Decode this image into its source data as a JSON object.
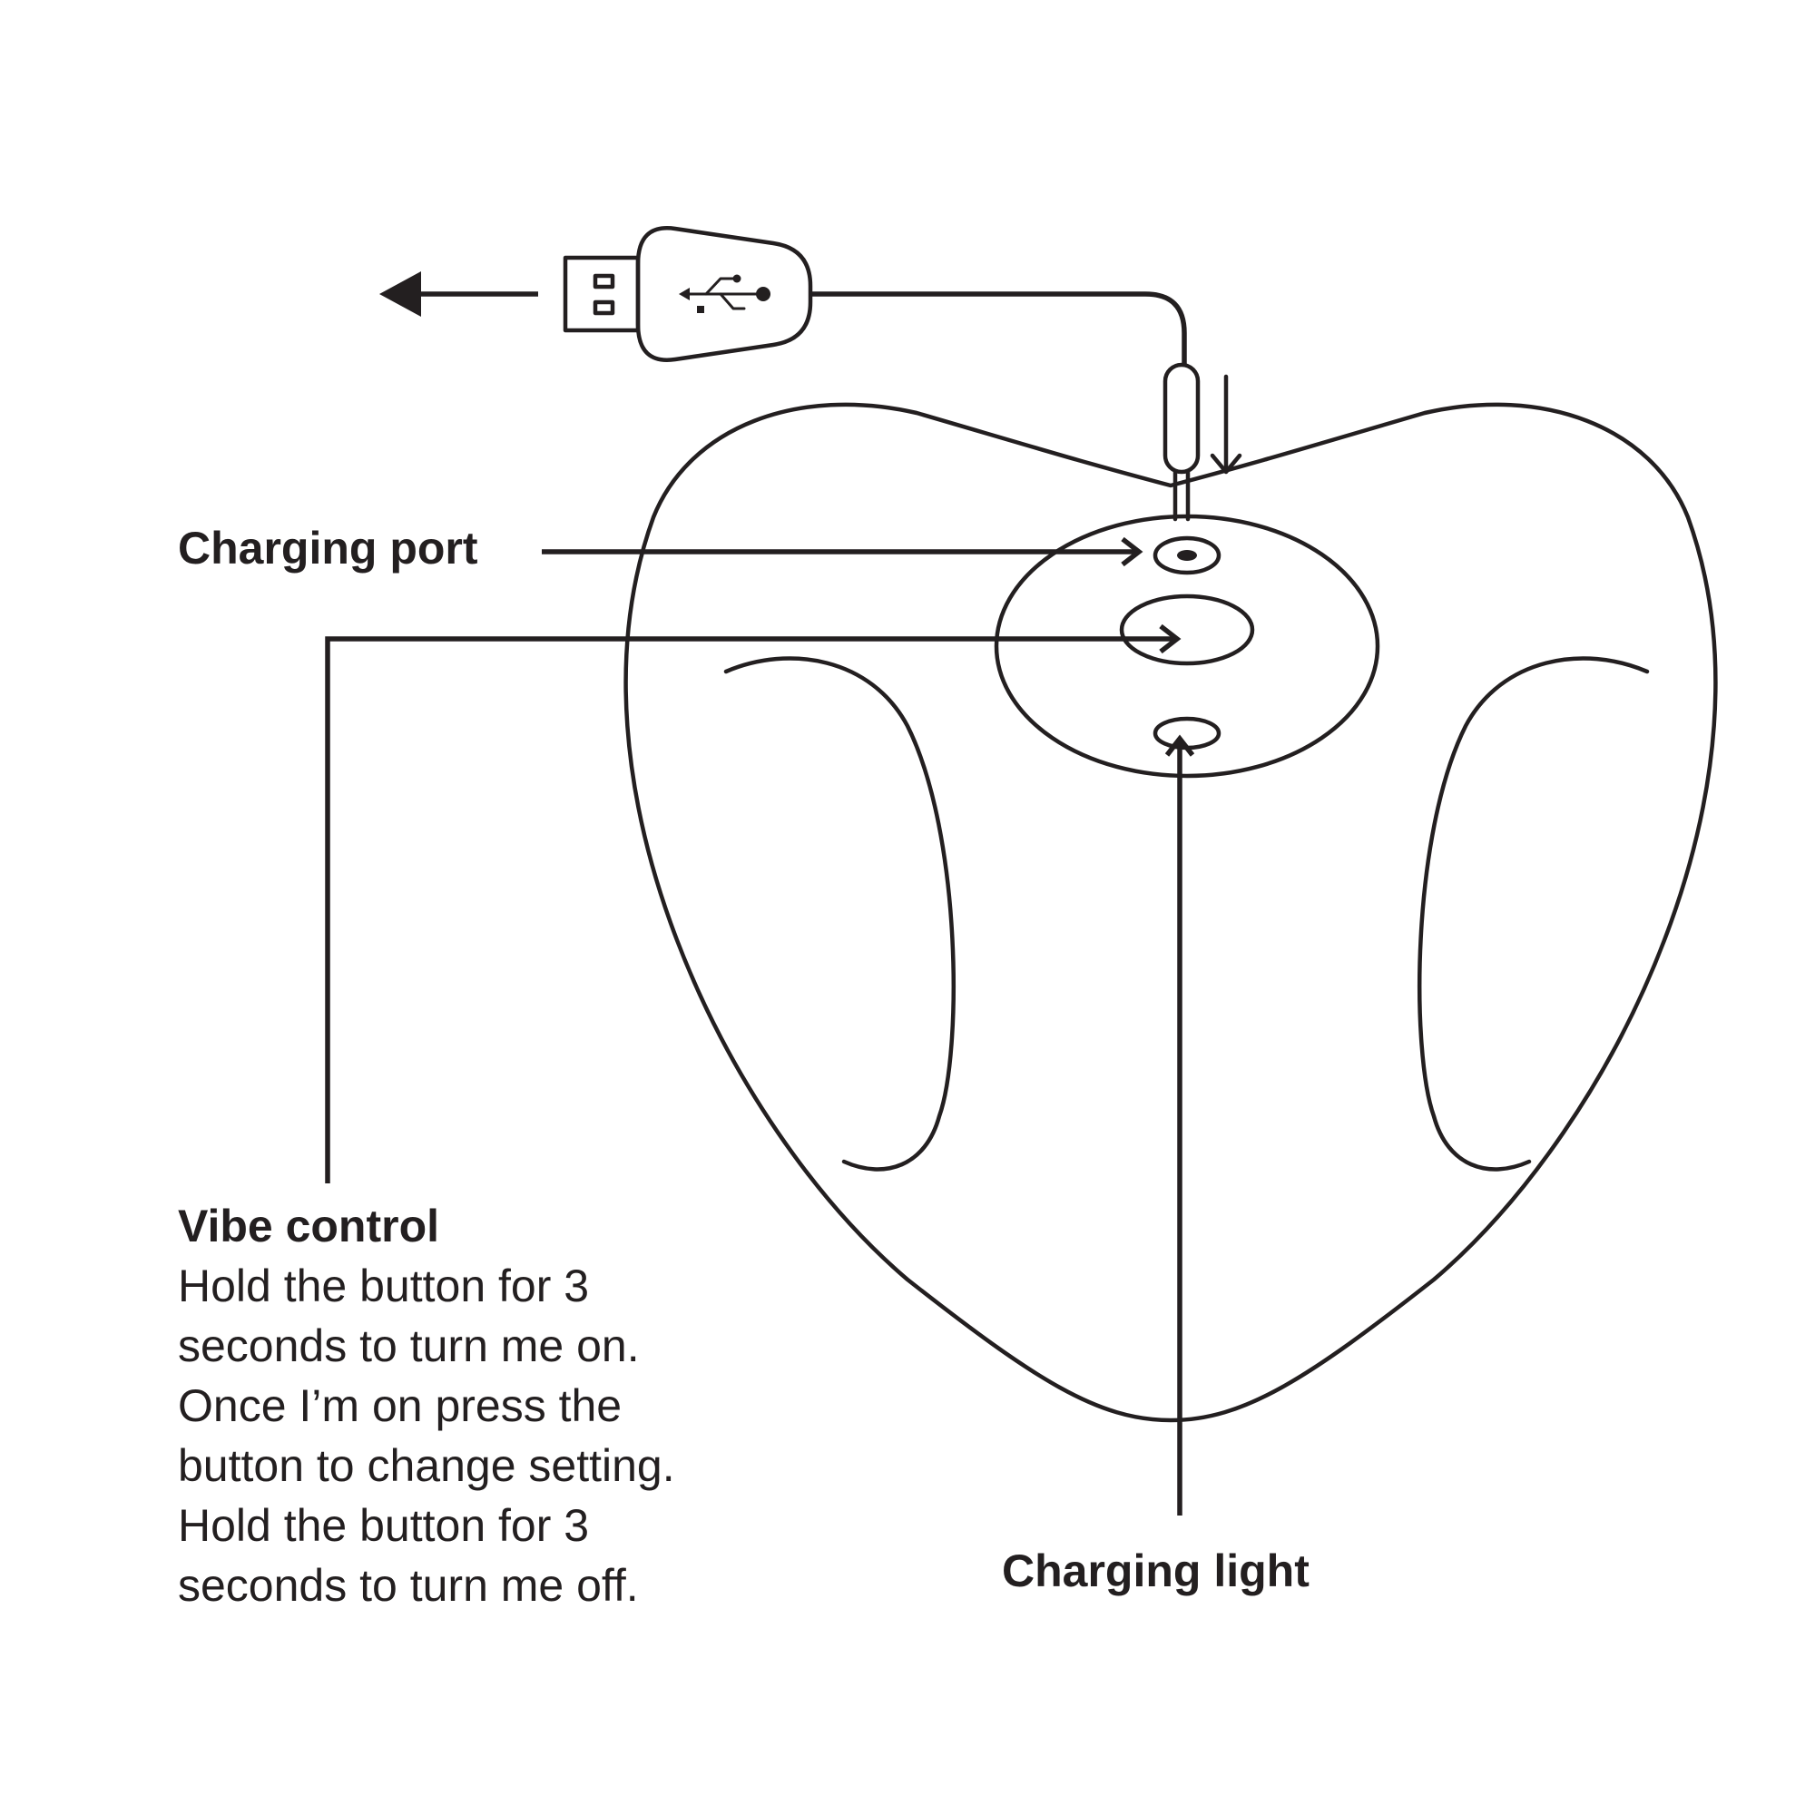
{
  "labels": {
    "charging_port": "Charging port",
    "charging_light": "Charging light",
    "vibe_control_title": "Vibe control",
    "vibe_control_lines": [
      "Hold the button for 3",
      "seconds to turn me on.",
      "Once I’m on press the",
      "button to change setting.",
      "Hold the button for 3",
      "seconds to turn me off."
    ]
  },
  "icons": {
    "usb_symbol": "usb-symbol-icon",
    "unplug_arrow": "arrow-left-icon",
    "insert_arrow": "arrow-down-icon"
  },
  "colors": {
    "ink": "#231f20",
    "background": "#ffffff"
  }
}
